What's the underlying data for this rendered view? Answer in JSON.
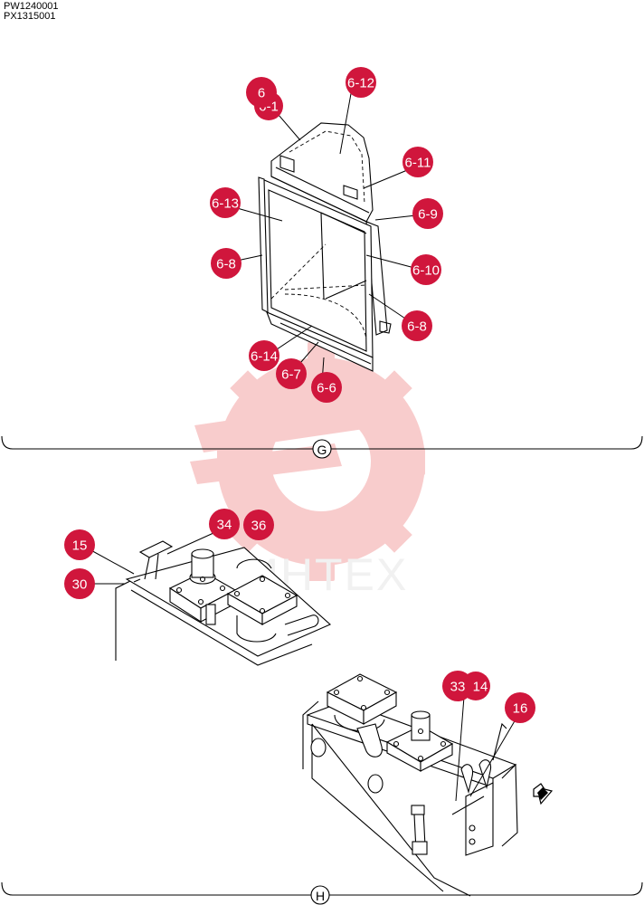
{
  "header": {
    "code_1": "PW1240001",
    "code_2": "PX1315001"
  },
  "watermark": {
    "text": "ИНТЕХ",
    "color": "#f7c9c9"
  },
  "colors": {
    "callout": "#d0163c",
    "callout_text": "#ffffff"
  },
  "sections": {
    "g": "G",
    "h": "H"
  },
  "callouts": {
    "c6": "6",
    "c6_1": "6-1",
    "c6_12": "6-12",
    "c6_11": "6-11",
    "c6_13": "6-13",
    "c6_9": "6-9",
    "c6_8_left": "6-8",
    "c6_10": "6-10",
    "c6_8_right": "6-8",
    "c6_14": "6-14",
    "c6_7": "6-7",
    "c6_6": "6-6",
    "c34": "34",
    "c36": "36",
    "c15": "15",
    "c30": "30",
    "c33": "33",
    "c14": "14",
    "c16": "16"
  }
}
